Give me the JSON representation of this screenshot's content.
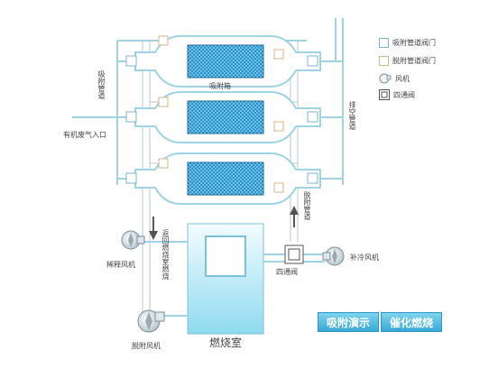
{
  "labels": {
    "adsorption_box": "吸附箱",
    "organic_waste_gas_inlet": "有机废气入口",
    "adsorption_pipe": "吸附管道",
    "exhaust_pipe": "排空管道",
    "desorption_pipe": "脱附管道",
    "return_to_combustion": "返回燃烧室燃烧",
    "dilution_fan": "稀释风机",
    "desorption_fan": "脱附风机",
    "combustion_chamber": "燃烧室",
    "four_way_valve": "四通阀",
    "supplement_cooling_fan": "补冷风机"
  },
  "legend": [
    {
      "icon": "adsorption-valve-icon",
      "text": "吸附管道阀门"
    },
    {
      "icon": "desorption-valve-icon",
      "text": "脱附管道阀门"
    },
    {
      "icon": "fan-icon",
      "text": "风机"
    },
    {
      "icon": "four-way-valve-icon",
      "text": "四通阀"
    }
  ],
  "buttons": {
    "adsorption_demo": "吸附演示",
    "catalytic_combustion": "催化燃烧"
  },
  "colors": {
    "pipe": "#9fd3e4",
    "pipe_dark": "#7cc1d8",
    "box_fill": "#3a9fd0",
    "chamber_top": "#ffffff",
    "chamber_bottom": "#8fdaf0",
    "valve_blue": "#7fb2d4",
    "valve_tan": "#d4b48a",
    "button": "#38a9d6"
  }
}
